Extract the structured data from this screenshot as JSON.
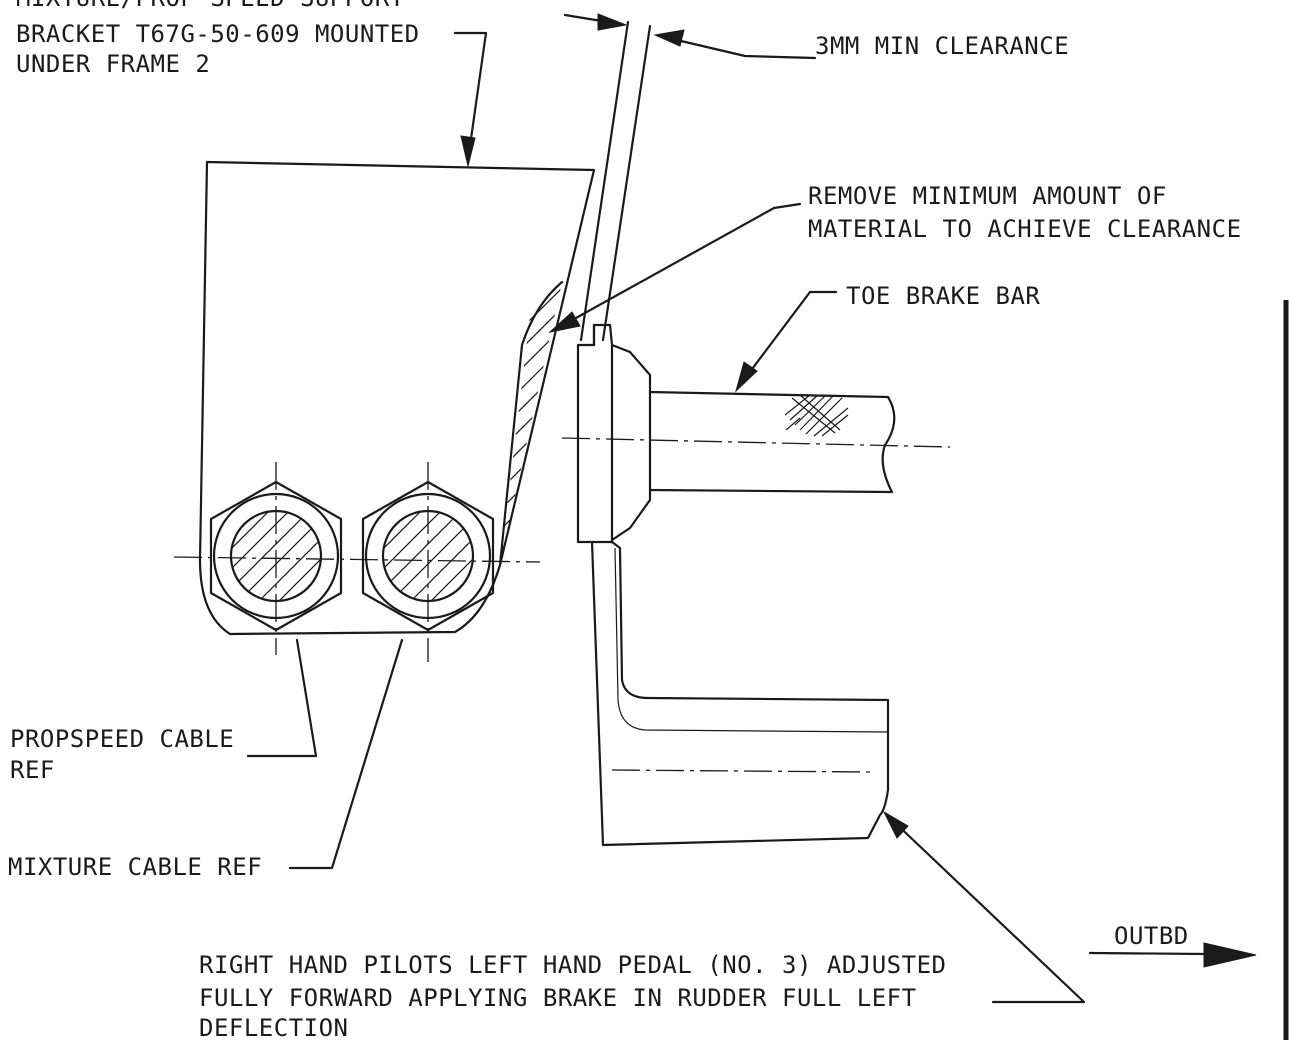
{
  "labels": {
    "bracket": [
      "MIXTURE/PROP SPEED SUPPORT",
      "BRACKET T67G-50-609 MOUNTED",
      "UNDER FRAME 2"
    ],
    "clearance": "3MM MIN CLEARANCE",
    "remove": [
      "REMOVE MINIMUM AMOUNT OF",
      "MATERIAL TO ACHIEVE CLEARANCE"
    ],
    "toe_brake": "TOE BRAKE BAR",
    "propspeed": [
      "PROPSPEED CABLE",
      "REF"
    ],
    "mixture": "MIXTURE CABLE REF",
    "outbd": "OUTBD",
    "pedal_note": [
      "RIGHT HAND PILOTS LEFT HAND PEDAL (NO. 3) ADJUSTED",
      "FULLY FORWARD APPLYING BRAKE IN RUDDER FULL LEFT",
      "DEFLECTION"
    ]
  }
}
